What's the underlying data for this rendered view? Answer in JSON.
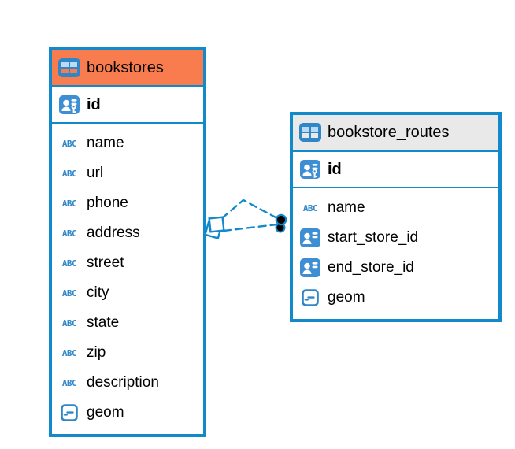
{
  "diagram": {
    "colors": {
      "accent_blue": "#1189CB",
      "bookstores_header_orange": "#F87C4E",
      "routes_header_gray": "#E9E9E9",
      "icon_blue": "#3D8ED2",
      "connector_dot_black": "#000000"
    },
    "tables": [
      {
        "name": "bookstores",
        "header_color": "#F87C4E",
        "columns": [
          {
            "name": "id",
            "type_icon": "primary-key-icon",
            "key": true
          },
          {
            "name": "name",
            "type_icon": "text-icon"
          },
          {
            "name": "url",
            "type_icon": "text-icon"
          },
          {
            "name": "phone",
            "type_icon": "text-icon"
          },
          {
            "name": "address",
            "type_icon": "text-icon"
          },
          {
            "name": "street",
            "type_icon": "text-icon"
          },
          {
            "name": "city",
            "type_icon": "text-icon"
          },
          {
            "name": "state",
            "type_icon": "text-icon"
          },
          {
            "name": "zip",
            "type_icon": "text-icon"
          },
          {
            "name": "description",
            "type_icon": "text-icon"
          },
          {
            "name": "geom",
            "type_icon": "geometry-icon"
          }
        ]
      },
      {
        "name": "bookstore_routes",
        "header_color": "#E9E9E9",
        "columns": [
          {
            "name": "id",
            "type_icon": "primary-key-icon",
            "key": true
          },
          {
            "name": "name",
            "type_icon": "text-icon"
          },
          {
            "name": "start_store_id",
            "type_icon": "id-badge-icon"
          },
          {
            "name": "end_store_id",
            "type_icon": "id-badge-icon"
          },
          {
            "name": "geom",
            "type_icon": "geometry-icon"
          }
        ]
      }
    ],
    "relationships": [
      {
        "from_table": "bookstores",
        "to_table": "bookstore_routes",
        "line_style": "dashed"
      },
      {
        "from_table": "bookstores",
        "to_table": "bookstore_routes",
        "line_style": "dashed"
      }
    ]
  }
}
